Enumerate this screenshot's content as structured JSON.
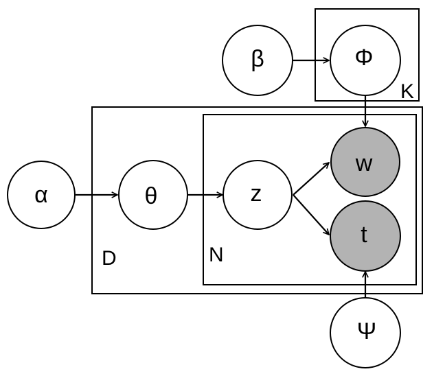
{
  "nodes": {
    "alpha": "α",
    "theta": "θ",
    "z": "z",
    "beta": "β",
    "phi": "Φ",
    "w": "w",
    "t": "t",
    "psi": "Ψ"
  },
  "plates": {
    "outer": "D",
    "inner": "N",
    "topic": "K"
  },
  "colors": {
    "observed_node": "#b3b3b3",
    "latent_node": "#ffffff",
    "stroke": "#000000"
  },
  "edges": [
    [
      "alpha",
      "theta"
    ],
    [
      "theta",
      "z"
    ],
    [
      "z",
      "w"
    ],
    [
      "z",
      "t"
    ],
    [
      "beta",
      "phi"
    ],
    [
      "phi",
      "w"
    ],
    [
      "psi",
      "t"
    ]
  ]
}
